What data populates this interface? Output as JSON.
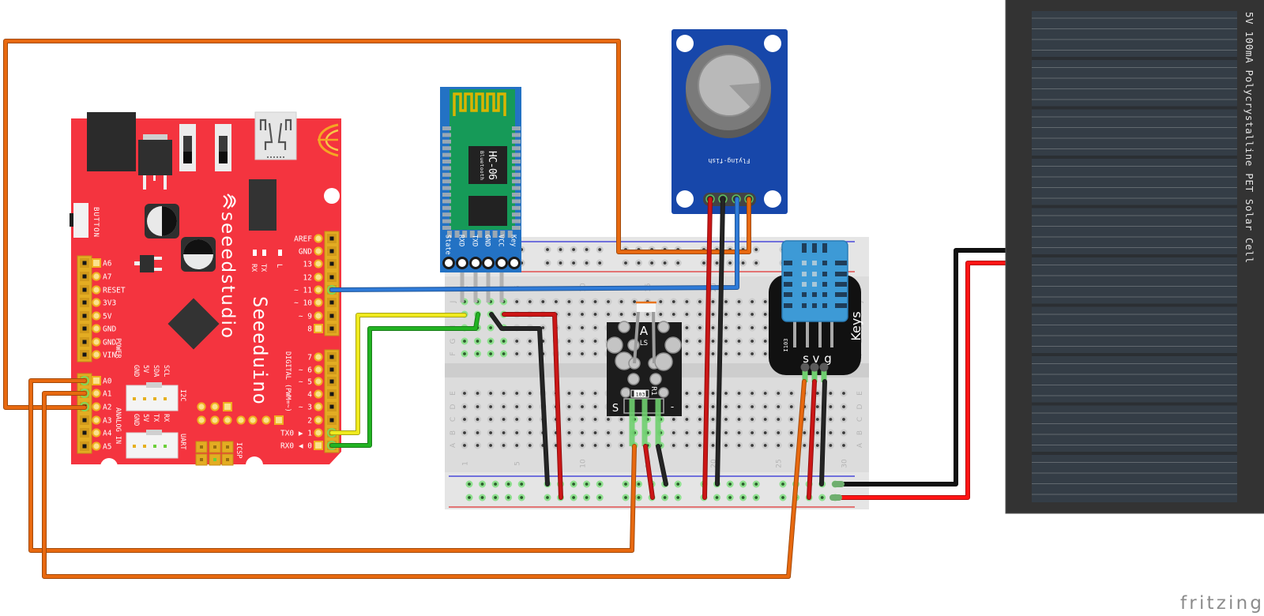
{
  "document": {
    "watermark": "fritzing"
  },
  "arduino": {
    "brand": "seeedstudio",
    "model": "Seeeduino",
    "button_label": "BUTTON",
    "power_label": "POWER",
    "analog_label": "ANALOG IN",
    "digital_label": "DIGITAL (PWM=~)",
    "power_pins": [
      "A6",
      "A7",
      "RESET",
      "3V3",
      "5V",
      "GND",
      "GND",
      "VIN"
    ],
    "analog_pins": [
      "A0",
      "A1",
      "A2",
      "A3",
      "A4",
      "A5"
    ],
    "digital_pins": [
      "AREF",
      "GND",
      "13",
      "12",
      "~ 11",
      "~ 10",
      "~ 9",
      "8",
      "7",
      "~ 6",
      "~ 5",
      "4",
      "~ 3",
      "2",
      "TX0 ▶ 1",
      "RX0 ◀ 0"
    ],
    "led_labels": [
      "RX",
      "TX",
      "L"
    ],
    "i2c": {
      "label": "I2C",
      "pins": [
        "GND",
        "5V",
        "SDA",
        "SCL"
      ]
    },
    "uart": {
      "label": "UART",
      "pins": [
        "GND",
        "5V",
        "TX",
        "RX"
      ]
    },
    "icsp_label": "ICSP",
    "colors": {
      "board": "#f4343f",
      "header": "#e3ac22",
      "pad": "#fbe28c"
    }
  },
  "bluetooth": {
    "model": "HC-06",
    "subtitle": "Bluetooth",
    "pins": [
      "State",
      "RXD",
      "TXD",
      "GND",
      "VCC",
      "Key"
    ],
    "colors": {
      "board": "#2372c4",
      "pcb": "#169a58",
      "antenna": "#d8b400"
    }
  },
  "gas_sensor": {
    "brand_text": "Flying-fish",
    "colors": {
      "board": "#1747aa"
    }
  },
  "light_sensor": {
    "label": "A",
    "sublabel": "LS",
    "resistor_code": "103",
    "resistor_ref": "R1",
    "signal_label": "S",
    "ground_label": "-"
  },
  "dht_sensor": {
    "brand": "Keys",
    "code": "I103",
    "pins": [
      "s",
      "v",
      "g"
    ],
    "colors": {
      "sensor": "#3d9ad6"
    }
  },
  "breadboard": {
    "rows_top": [
      "J",
      "I",
      "H",
      "G",
      "F"
    ],
    "rows_bottom": [
      "E",
      "D",
      "C",
      "B",
      "A"
    ],
    "column_labels": [
      "1",
      "5",
      "10",
      "15",
      "20",
      "25",
      "30"
    ]
  },
  "solar_panel": {
    "label": "5V 100mA Polycrystalline PET Solar Cell",
    "colors": {
      "frame": "#333333",
      "cells": "#343d46"
    }
  },
  "wires": [
    {
      "id": "a2-to-gas-sensor",
      "color": "#e8690f"
    },
    {
      "id": "a0-to-light-sensor",
      "color": "#e8690f"
    },
    {
      "id": "a1-to-dht-sensor",
      "color": "#e8690f"
    },
    {
      "id": "d11-to-gas-sensor",
      "color": "#2f7bd8"
    },
    {
      "id": "tx-to-bluetooth",
      "color": "#f0ea1e"
    },
    {
      "id": "rx-to-bluetooth",
      "color": "#22b322"
    },
    {
      "id": "bluetooth-gnd",
      "color": "#252525"
    },
    {
      "id": "bluetooth-vcc",
      "color": "#cc1616"
    },
    {
      "id": "gas-sensor-vcc",
      "color": "#cc1616"
    },
    {
      "id": "gas-sensor-gnd",
      "color": "#252525"
    },
    {
      "id": "light-sensor-vcc",
      "color": "#cc1616"
    },
    {
      "id": "light-sensor-gnd",
      "color": "#252525"
    },
    {
      "id": "dht-vcc",
      "color": "#cc1616"
    },
    {
      "id": "dht-gnd",
      "color": "#252525"
    },
    {
      "id": "solar-gnd",
      "color": "#111111"
    },
    {
      "id": "solar-vcc",
      "color": "#ff1414"
    }
  ]
}
